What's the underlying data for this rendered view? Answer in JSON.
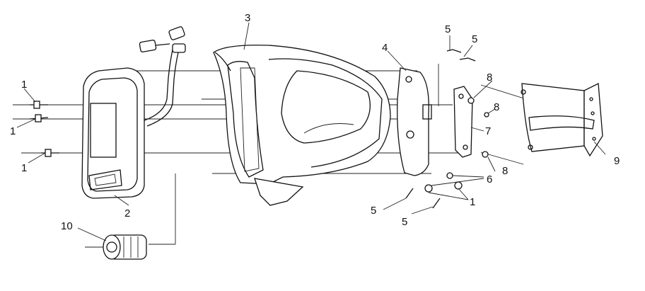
{
  "callouts": {
    "c1a": "1",
    "c1b": "1",
    "c1c": "1",
    "c1d": "1",
    "c2": "2",
    "c3": "3",
    "c4": "4",
    "c5a": "5",
    "c5b": "5",
    "c5c": "5",
    "c5d": "5",
    "c6": "6",
    "c7": "7",
    "c8a": "8",
    "c8b": "8",
    "c8c": "8",
    "c9": "9",
    "c10": "10"
  }
}
